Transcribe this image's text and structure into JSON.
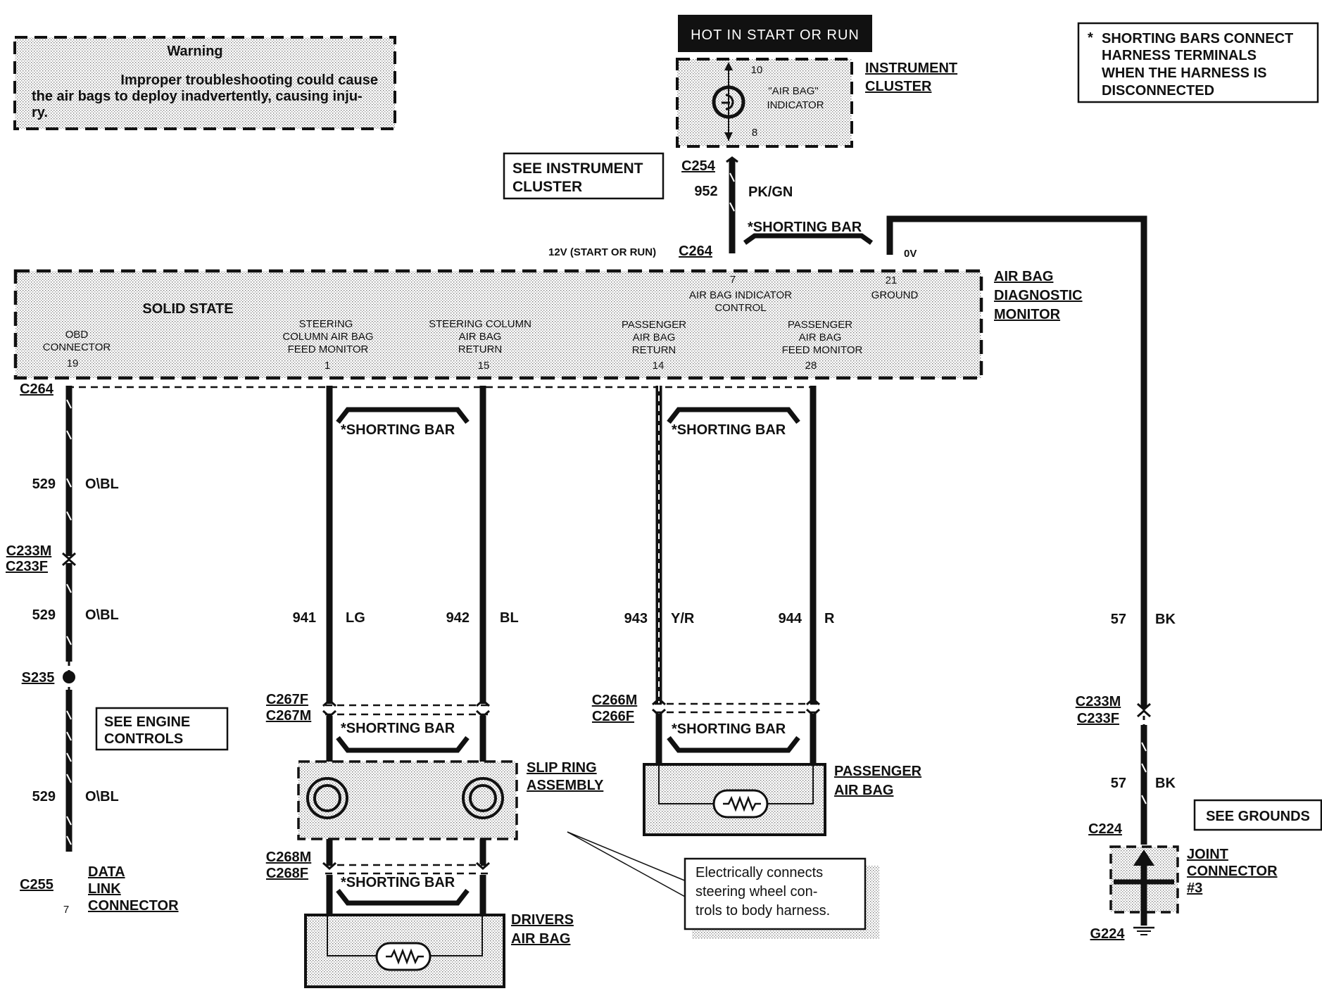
{
  "warning": {
    "title": "Warning",
    "line1": "Improper troubleshooting could cause",
    "line2": "the air bags to deploy inadvertently, causing inju-",
    "line3": "ry."
  },
  "hot_label": "HOT IN START OR RUN",
  "notes": {
    "shorting_bars_1": "SHORTING BARS CONNECT",
    "shorting_bars_2": "HARNESS TERMINALS",
    "shorting_bars_3": "WHEN THE HARNESS IS",
    "shorting_bars_4": "DISCONNECTED",
    "asterisk": "*",
    "electrically_1": "Electrically   connects",
    "electrically_2": "steering   wheel   con-",
    "electrically_3": "trols to body harness."
  },
  "refs": {
    "see_ic_1": "SEE INSTRUMENT",
    "see_ic_2": "CLUSTER",
    "see_engine_1": "SEE ENGINE",
    "see_engine_2": "CONTROLS",
    "see_grounds": "SEE GROUNDS"
  },
  "components": {
    "ic_1": "INSTRUMENT",
    "ic_2": "CLUSTER",
    "ic_pin_10": "10",
    "ic_pin_8": "8",
    "ic_ind_1": "\"AIR BAG\"",
    "ic_ind_2": "INDICATOR",
    "abdm_1": "AIR BAG",
    "abdm_2": "DIAGNOSTIC",
    "abdm_3": "MONITOR",
    "solid_state": "SOLID STATE",
    "slip_ring_1": "SLIP RING",
    "slip_ring_2": "ASSEMBLY",
    "passenger_ab_1": "PASSENGER",
    "passenger_ab_2": "AIR BAG",
    "drivers_ab_1": "DRIVERS",
    "drivers_ab_2": "AIR BAG",
    "dlc_1": "DATA",
    "dlc_2": "LINK",
    "dlc_3": "CONNECTOR",
    "dlc_pin": "7",
    "joint_1": "JOINT",
    "joint_2": "CONNECTOR",
    "joint_3": "#3"
  },
  "module_pins": {
    "p7_num": "7",
    "p7_1": "AIR BAG INDICATOR",
    "p7_2": "CONTROL",
    "p21_num": "21",
    "p21_1": "GROUND",
    "p19_1": "OBD",
    "p19_2": "CONNECTOR",
    "p19_num": "19",
    "p1_1": "STEERING",
    "p1_2": "COLUMN AIR BAG",
    "p1_3": "FEED MONITOR",
    "p1_num": "1",
    "p15_1": "STEERING  COLUMN",
    "p15_2": "AIR BAG",
    "p15_3": "RETURN",
    "p15_num": "15",
    "p14_1": "PASSENGER",
    "p14_2": "AIR BAG",
    "p14_3": "RETURN",
    "p14_num": "14",
    "p28_1": "PASSENGER",
    "p28_2": "AIR BAG",
    "p28_3": "FEED  MONITOR",
    "p28_num": "28"
  },
  "connectors": {
    "c254": "C254",
    "c264_top": "C264",
    "c264_left": "C264",
    "v12": "12V (START OR RUN)",
    "v0": "0V",
    "c233m_l": "C233M",
    "c233f_l": "C233F",
    "s235": "S235",
    "c255": "C255",
    "c267f": "C267F",
    "c267m": "C267M",
    "c268m": "C268M",
    "c268f": "C268F",
    "c266m": "C266M",
    "c266f": "C266F",
    "c233m_r": "C233M",
    "c233f_r": "C233F",
    "c224": "C224",
    "g224": "G224"
  },
  "shorting_bar": "*SHORTING BAR",
  "wires": {
    "w952_num": "952",
    "w952_color": "PK/GN",
    "w529_num": "529",
    "w529_color": "O\\BL",
    "w941_num": "941",
    "w941_color": "LG",
    "w942_num": "942",
    "w942_color": "BL",
    "w943_num": "943",
    "w943_color": "Y/R",
    "w944_num": "944",
    "w944_color": "R",
    "w57_num": "57",
    "w57_color": "BK"
  }
}
